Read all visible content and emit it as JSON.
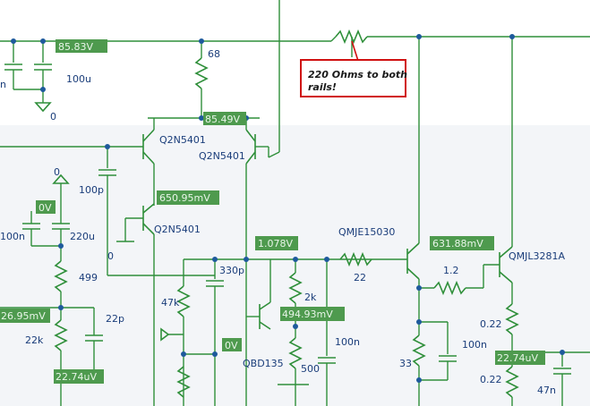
{
  "labels": {
    "r68": "68",
    "q1": "Q2N5401",
    "q2": "Q2N5401",
    "q3": "Q2N5401",
    "c100u": "100u",
    "c100p": "100p",
    "c100n_left": "100n",
    "c220u": "220u",
    "r499": "499",
    "r22k": "22k",
    "c22p": "22p",
    "r47k": "47k",
    "c330p": "330p",
    "r2k": "2k",
    "q_vbe": "QBD135",
    "r500": "500",
    "c100n_mid": "100n",
    "q_drv": "QMJE15030",
    "r22": "22",
    "r1_2": "1.2",
    "r33": "33",
    "c100n_right": "100n",
    "q_out": "QMJL3281A",
    "r0_22a": "0.22",
    "r0_22b": "0.22",
    "c47n": "47n",
    "gnd0a": "0",
    "gnd0b": "0",
    "gnd0c": "0",
    "frag_n": "n"
  },
  "voltages": {
    "v1": "85.83V",
    "v2": "85.49V",
    "v3": "650.95mV",
    "v4": "0V",
    "v5": "26.95mV",
    "v6": "22.74uV",
    "v7": "1.078V",
    "v8": "494.93mV",
    "v9": "0V",
    "v10": "631.88mV",
    "v11": "22.74uV"
  },
  "annotation": {
    "line1": "220 Ohms to both",
    "line2": "rails!"
  },
  "colors": {
    "wire": "#2f8f3a",
    "probe": "#4e9a4e",
    "label": "#1a3d7a",
    "note_border": "#d01010"
  }
}
